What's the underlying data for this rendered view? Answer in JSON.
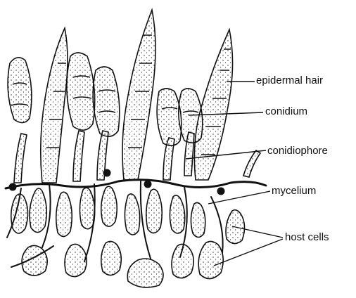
{
  "labels": {
    "epidermal_hair": "epidermal hair",
    "conidium": "conidium",
    "conidiophore": "conidiophore",
    "mycelium": "mycelium",
    "host_cells": "host cells"
  },
  "colors": {
    "ink": "#111111",
    "background": "#ffffff"
  }
}
